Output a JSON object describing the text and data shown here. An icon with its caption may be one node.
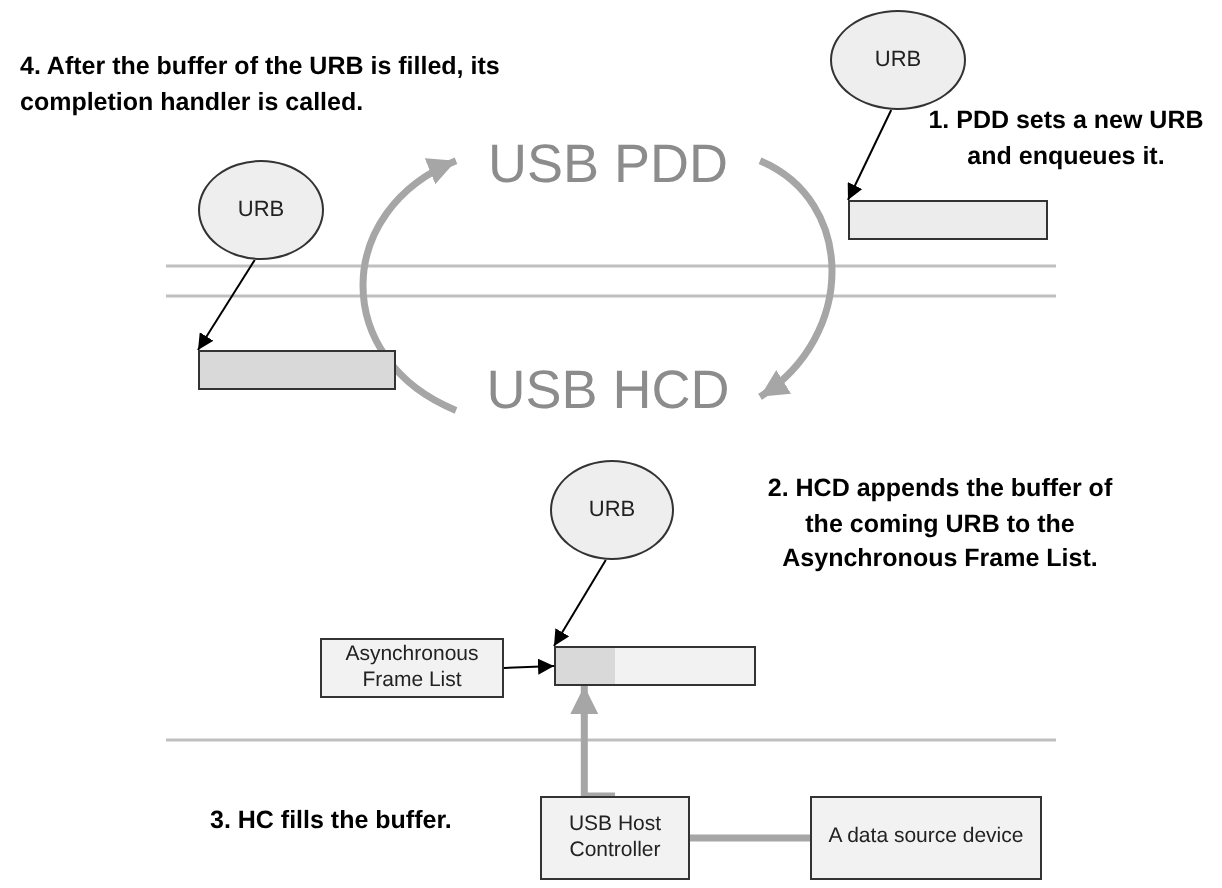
{
  "diagram": {
    "nodes": [
      {
        "text": [
          "URB"
        ]
      },
      {
        "text": [],
        "shape": "box"
      },
      {
        "text": [
          "URB"
        ]
      },
      {
        "text": [],
        "shape": "box"
      },
      {
        "text": [
          "USB PDD"
        ]
      },
      {
        "text": [
          "USB HCD"
        ]
      },
      {
        "text": [
          "URB"
        ]
      },
      {
        "text": [
          "Asynchronous Frame List"
        ]
      },
      {
        "text": [],
        "shape": "bar"
      },
      {
        "text": [
          "USB Host Controller"
        ]
      },
      {
        "text": [
          "A data source device"
        ]
      }
    ],
    "edges": [
      {
        "from": 0,
        "to": 1,
        "arrow": "to"
      },
      {
        "from": 2,
        "to": 3,
        "arrow": "to"
      },
      {
        "from": 5,
        "to": 4,
        "arrow": "to",
        "style": "thick",
        "color": "#a6a6a6"
      },
      {
        "from": 4,
        "to": 5,
        "arrow": "to",
        "style": "thick",
        "color": "#a6a6a6"
      },
      {
        "from": 6,
        "to": 8,
        "arrow": "to"
      },
      {
        "from": 7,
        "to": 8,
        "arrow": "to"
      },
      {
        "from": 10,
        "to": 9,
        "arrow": "none",
        "style": "thick",
        "color": "#a6a6a6"
      },
      {
        "from": 9,
        "to": 8,
        "arrow": "to",
        "style": "thick",
        "color": "#a6a6a6"
      }
    ],
    "labels": [
      "4. After the buffer of the URB is filled, its completion handler is called.",
      "1. PDD sets a new URB and enqueues it.",
      "2. HCD appends the buffer of the coming URB to the Asynchronous Frame List.",
      "3. HC fills the buffer."
    ]
  }
}
